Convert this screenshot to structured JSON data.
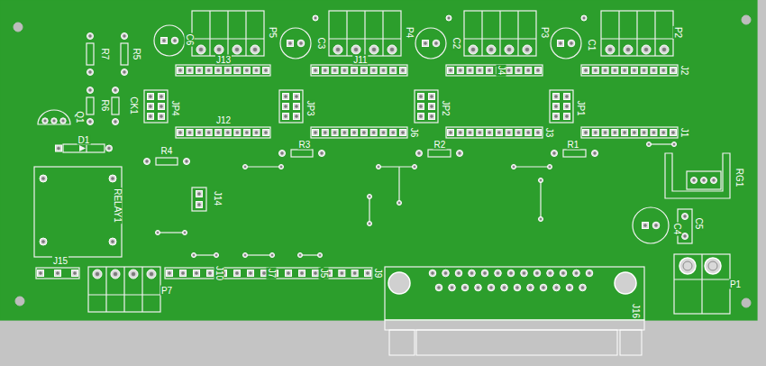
{
  "diagram": {
    "labels": [
      "C6",
      "P5",
      "J13",
      "C3",
      "P4",
      "J11",
      "C2",
      "P3",
      "J4",
      "C1",
      "P2",
      "J2",
      "R7",
      "R5",
      "R6",
      "CK1",
      "JP4",
      "JP3",
      "JP2",
      "JP1",
      "Q1",
      "J12",
      "J6",
      "J3",
      "J1",
      "D1",
      "R4",
      "R3",
      "R2",
      "R1",
      "RG1",
      "J14",
      "RELAY1",
      "C5",
      "C4",
      "J15",
      "P7",
      "J10",
      "J7",
      "J5",
      "J9",
      "J16",
      "P1"
    ]
  }
}
